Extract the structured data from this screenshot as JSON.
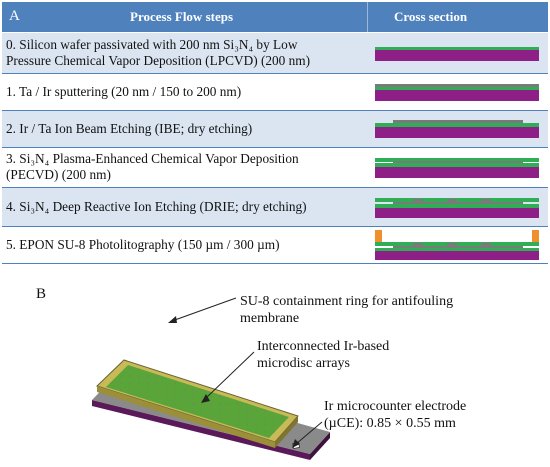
{
  "panel_a": {
    "letter": "A",
    "col_steps": "Process Flow steps",
    "col_cross": "Cross section",
    "steps": [
      {
        "line1": "0. Silicon wafer passivated with 200 nm Si₃N₄ by Low",
        "line2": "Pressure Chemical Vapor Deposition (LPCVD) (200 nm)"
      },
      {
        "line1": "1. Ta / Ir sputtering (20 nm / 150 to 200 nm)",
        "line2": ""
      },
      {
        "line1": "2. Ir / Ta Ion Beam Etching (IBE; dry etching)",
        "line2": ""
      },
      {
        "line1": "3. Si₃N₄ Plasma-Enhanced Chemical Vapor Deposition",
        "line2": "(PECVD) (200 nm)"
      },
      {
        "line1": "4. Si₃N₄ Deep Reactive Ion Etching (DRIE; dry etching)",
        "line2": ""
      },
      {
        "line1": "5. EPON SU-8 Photolitography (150 µm / 300 µm)",
        "line2": ""
      }
    ]
  },
  "panel_b": {
    "letter": "B",
    "label_ring": [
      "SU-8 containment ring for antifouling",
      "membrane"
    ],
    "label_microdisc": [
      "Interconnected Ir-based",
      "microdisc arrays"
    ],
    "label_counter": [
      "Ir microcounter electrode",
      "(µCE): 0.85 × 0.55 mm"
    ]
  },
  "colors": {
    "header": "#4f81bd",
    "row_shade": "#dbe5f1",
    "silicon": "#8e1f86",
    "nitride": "#2fae55",
    "metal": "#7a7a7a",
    "su8": "#f0902c"
  }
}
